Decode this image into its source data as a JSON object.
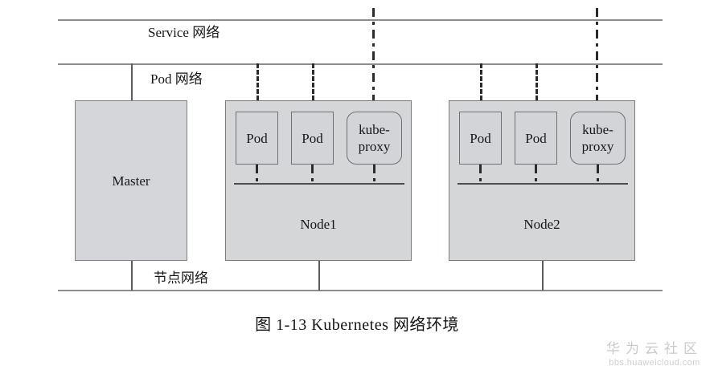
{
  "diagram": {
    "type": "network-architecture",
    "caption": "图 1-13    Kubernetes 网络环境",
    "network_bands": [
      {
        "id": "service",
        "label": "Service 网络"
      },
      {
        "id": "pod",
        "label": "Pod 网络"
      },
      {
        "id": "node",
        "label": "节点网络"
      }
    ],
    "master": {
      "label": "Master"
    },
    "nodes": [
      {
        "label": "Node1",
        "components": [
          {
            "label": "Pod",
            "type": "pod"
          },
          {
            "label": "Pod",
            "type": "pod"
          },
          {
            "label": "kube-\nproxy",
            "type": "kube-proxy"
          }
        ]
      },
      {
        "label": "Node2",
        "components": [
          {
            "label": "Pod",
            "type": "pod"
          },
          {
            "label": "Pod",
            "type": "pod"
          },
          {
            "label": "kube-\nproxy",
            "type": "kube-proxy"
          }
        ]
      }
    ],
    "colors": {
      "box_fill": "#d5d6da",
      "box_stroke": "#7a7c7f",
      "line": "#8b8d90",
      "connector": "#2b2b2b",
      "text": "#171717"
    }
  },
  "watermark": {
    "brand": "华为云社区",
    "url": "bbs.huaweicloud.com"
  }
}
